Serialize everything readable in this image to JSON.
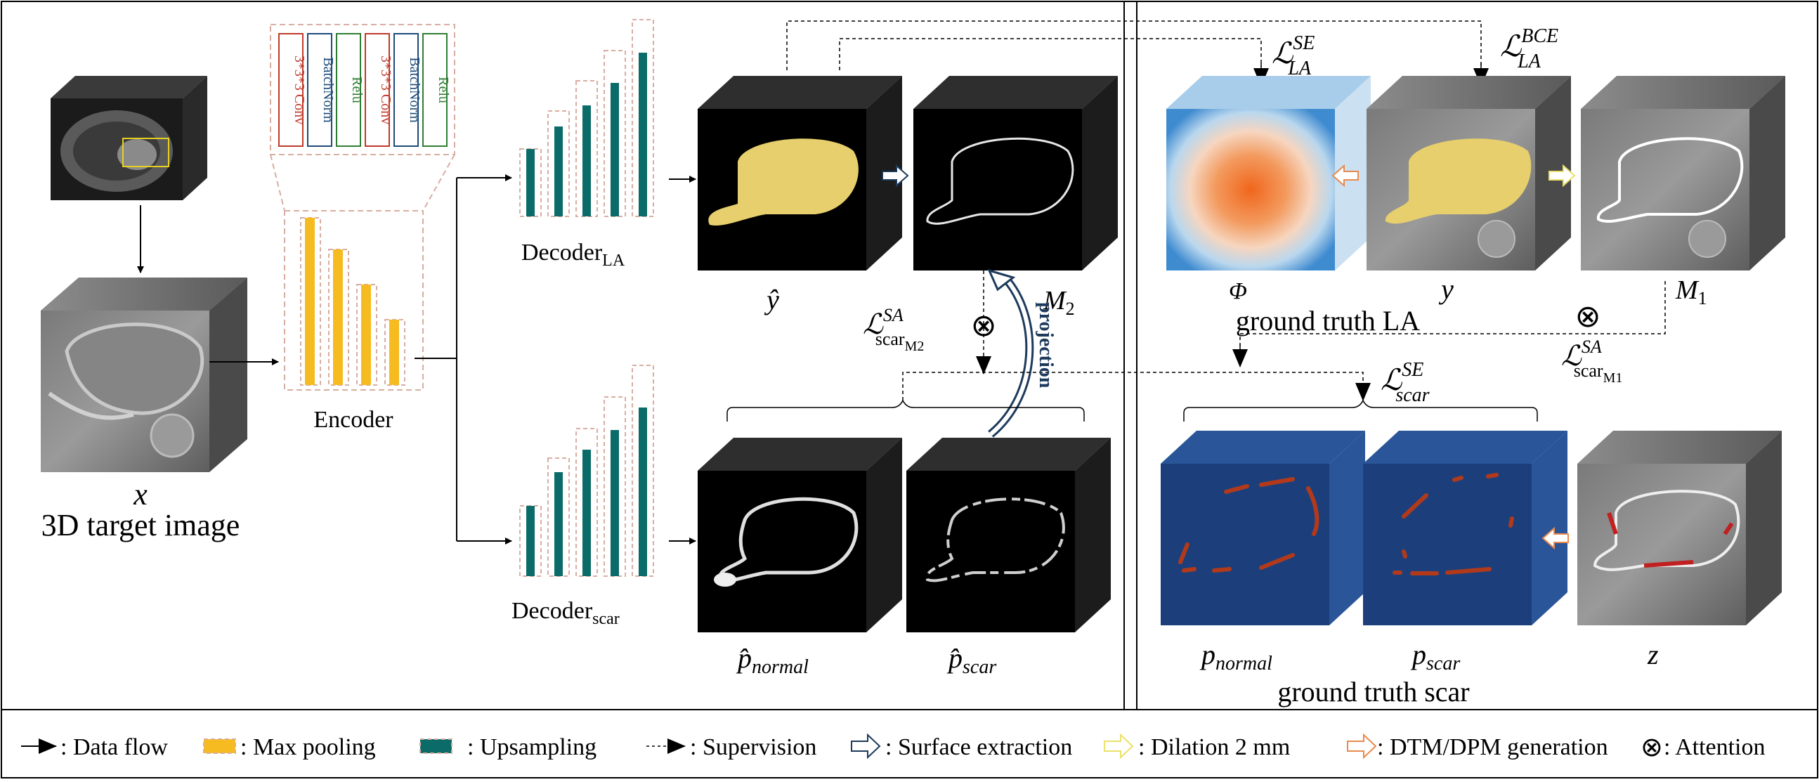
{
  "conv_block": [
    "3*3*3 Conv",
    "BatchNorm",
    "Relu",
    "3*3*3 Conv",
    "BatchNorm",
    "Relu"
  ],
  "input": {
    "symbol": "x",
    "caption": "3D target image"
  },
  "encoder": {
    "label": "Encoder"
  },
  "decoder_la": {
    "label": "Decoder",
    "sub": "LA"
  },
  "decoder_scar": {
    "label": "Decoder",
    "sub": "scar"
  },
  "outputs": {
    "y_hat": "ŷ",
    "m2": "M",
    "m2_sub": "2",
    "p_normal_hat": "p̂",
    "p_normal_sub": "normal",
    "p_scar_hat": "p̂",
    "p_scar_sub": "scar"
  },
  "projection": "projection",
  "losses": {
    "se_la": {
      "main": "ℒ",
      "sup": "SE",
      "sub": "LA"
    },
    "bce_la": {
      "main": "ℒ",
      "sup": "BCE",
      "sub": "LA"
    },
    "sa_m2": {
      "main": "ℒ",
      "sup": "SA",
      "sub": "scar",
      "subsub": "M2"
    },
    "sa_m1": {
      "main": "ℒ",
      "sup": "SA",
      "sub": "scar",
      "subsub": "M1"
    },
    "se_scar": {
      "main": "ℒ",
      "sup": "SE",
      "sub": "scar"
    }
  },
  "ground_truth": {
    "phi": "Φ",
    "y": "y",
    "m1": "M",
    "m1_sub": "1",
    "la_caption": "ground truth LA",
    "p_normal": "p",
    "p_normal_sub": "normal",
    "p_scar": "p",
    "p_scar_sub": "scar",
    "z": "z",
    "scar_caption": "ground truth scar"
  },
  "attention_symbol": "⊗",
  "legend": {
    "data_flow": ": Data flow",
    "max_pooling": ": Max pooling",
    "upsampling": ": Upsampling",
    "supervision": ": Supervision",
    "surface_extraction": ": Surface extraction",
    "dilation": ": Dilation 2 mm",
    "dtm": ": DTM/DPM generation",
    "attention": ": Attention"
  },
  "colors": {
    "pool": "#f5bb20",
    "upsample": "#0b6b68",
    "dash_box": "#d8aea2",
    "arrow_blue": "#1d3a5c",
    "arrow_orange": "#e98a4e",
    "arrow_yellow": "#ece16a",
    "gt_blue": "#1c3f7c",
    "la_yellow": "#e6cf6c"
  }
}
